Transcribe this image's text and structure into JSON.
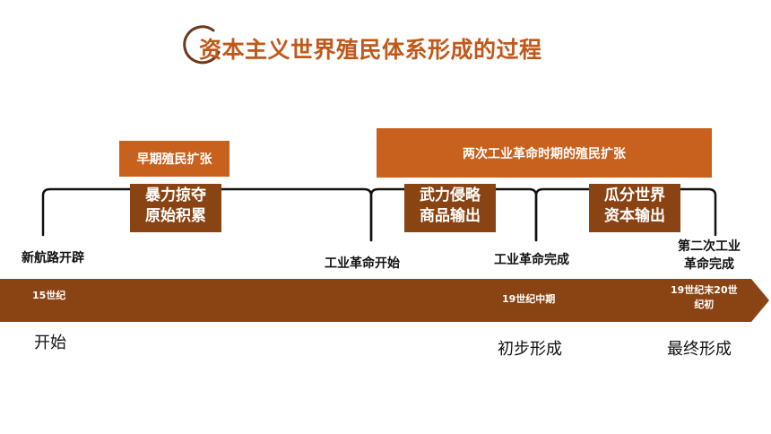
{
  "title": "资本主义世界殖民体系形成的过程",
  "periods": {
    "early": "早期殖民扩张",
    "industrial": "两次工业革命时期的殖民扩张"
  },
  "methods": {
    "m1_line1": "暴力掠夺",
    "m1_line2": "原始积累",
    "m2_line1": "武力侵略",
    "m2_line2": "商品输出",
    "m3_line1": "瓜分世界",
    "m3_line2": "资本输出"
  },
  "events": {
    "e1": "新航路开辟",
    "e2": "工业革命开始",
    "e3": "工业革命完成",
    "e4_line1": "第二次工业",
    "e4_line2": "革命完成"
  },
  "timeline": {
    "t1": "15世纪",
    "t2": "19世纪中期",
    "t3_line1": "19世纪末20世",
    "t3_line2": "纪初"
  },
  "stages": {
    "s1": "开始",
    "s2": "初步形成",
    "s3": "最终形成"
  },
  "colors": {
    "title": "#c0581a",
    "orange": "#c8611d",
    "brown": "#8a4413",
    "arrow": "#8a4413"
  }
}
